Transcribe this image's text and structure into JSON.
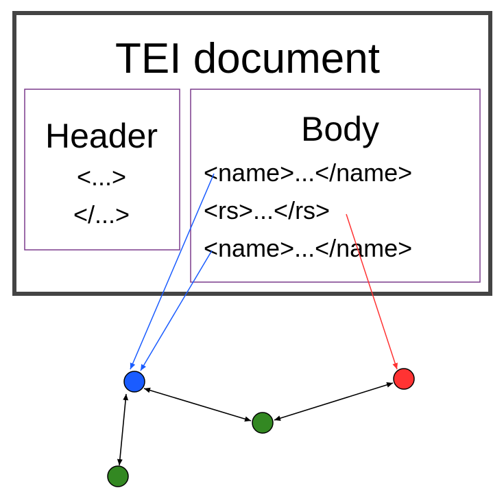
{
  "document": {
    "title": "TEI document"
  },
  "header": {
    "title": "Header",
    "lines": [
      "<...>",
      "</...>"
    ]
  },
  "body": {
    "title": "Body",
    "lines": [
      "<name>...</name>",
      "<rs>...</rs>",
      "<name>...</name>"
    ]
  },
  "colors": {
    "frame": "#444444",
    "section_border": "#7a3a8c",
    "blue": "#1a5cff",
    "red": "#ff3333",
    "green": "#338822",
    "connector": "#000000"
  },
  "nodes": [
    {
      "id": "blue",
      "color": "blue"
    },
    {
      "id": "red",
      "color": "red"
    },
    {
      "id": "green-middle",
      "color": "green"
    },
    {
      "id": "green-bottom",
      "color": "green"
    }
  ]
}
